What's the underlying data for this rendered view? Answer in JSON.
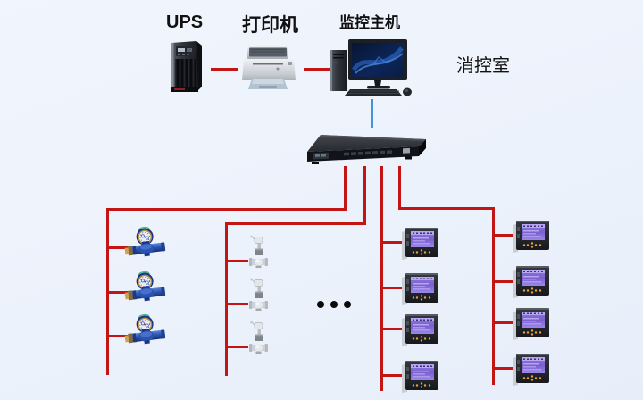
{
  "diagram": {
    "labels": {
      "ups": "UPS",
      "printer": "打印机",
      "host": "监控主机",
      "room": "消控室"
    },
    "colors": {
      "background_top": "#f1f5fd",
      "background_bottom": "#e7eefa",
      "cable_red": "#c41515",
      "cable_blue": "#4a90d8",
      "label": "#111111"
    },
    "device_counts": {
      "water_meters": 3,
      "valves": 3,
      "panel_meters_left_column": 4,
      "panel_meters_right_column": 4
    },
    "ellipsis_dots": 3
  }
}
